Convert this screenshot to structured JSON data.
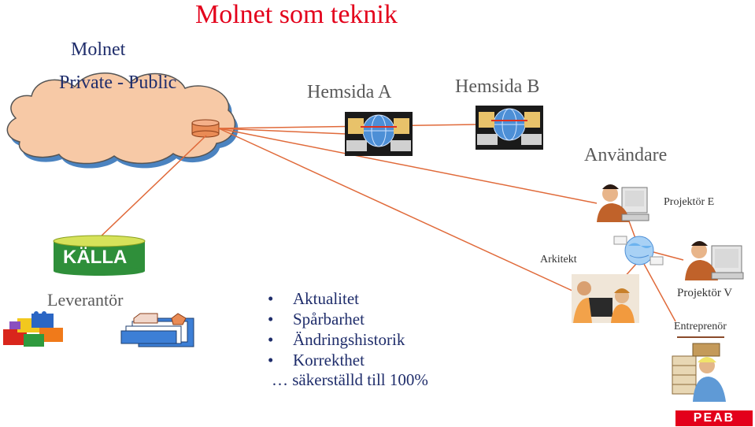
{
  "title": "Molnet som teknik",
  "cloud": {
    "heading": "Molnet",
    "subheading": "Private - Public"
  },
  "websites": {
    "a": "Hemsida A",
    "b": "Hemsida B"
  },
  "users": {
    "heading": "Användare",
    "projektor_e": "Projektör E",
    "arkitekt": "Arkitekt",
    "projektor_v": "Projektör V",
    "entreprenor": "Entreprenör"
  },
  "source": {
    "label": "KÄLLA",
    "supplier": "Leverantör"
  },
  "bullets": [
    "Aktualitet",
    "Spårbarhet",
    "Ändringshistorik",
    "Korrekthet"
  ],
  "tail": "… säkerställd till 100%",
  "logo": "PEAB",
  "colors": {
    "title": "#e3001b",
    "lines": "#e06a3a",
    "text": "#1f2d6b",
    "cylinder": "#d6e25a",
    "label_fill": "#2f8f3a"
  }
}
